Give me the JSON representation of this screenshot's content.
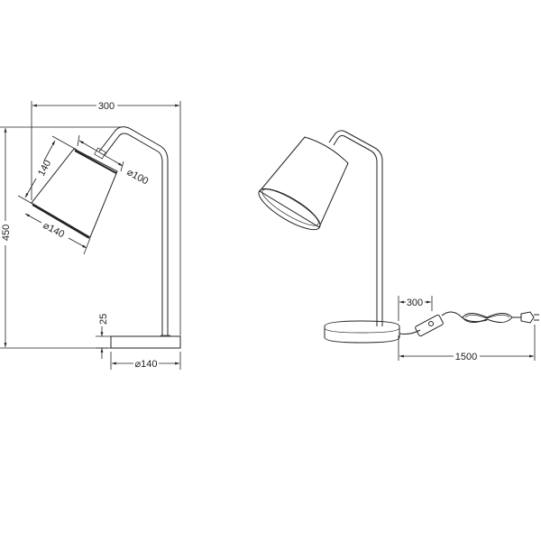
{
  "front_view": {
    "width_label": "300",
    "height_label": "450",
    "shade_height_label": "140",
    "shade_top_diameter_label": "⌀100",
    "shade_bottom_diameter_label": "⌀140",
    "base_height_label": "25",
    "base_diameter_label": "⌀140"
  },
  "perspective_view": {
    "switch_distance_label": "300",
    "cable_length_label": "1500"
  },
  "colors": {
    "line": "#222222",
    "background": "#ffffff"
  }
}
